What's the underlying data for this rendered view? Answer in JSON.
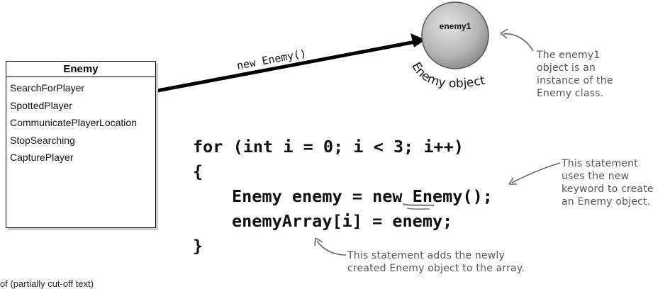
{
  "class_box": {
    "title": "Enemy",
    "methods": [
      "SearchForPlayer",
      "SpottedPlayer",
      "CommunicatePlayerLocation",
      "StopSearching",
      "CapturePlayer"
    ]
  },
  "arrow_label": "new Enemy()",
  "object": {
    "name": "enemy1",
    "caption": "Enemy object",
    "fill_color": "#b9b9b9"
  },
  "code": {
    "line1": "for (int i = 0; i < 3; i++)",
    "line2": "{",
    "line3_pre": "Enemy enemy = ",
    "line3_keyword": "new",
    "line3_post": " Enemy();",
    "line4": "enemyArray[i] = enemy;",
    "line5": "}"
  },
  "annotations": {
    "instance_note": [
      "The enemy1",
      "object is an",
      "instance of the",
      "Enemy class."
    ],
    "new_note": [
      "This statement",
      "uses the new",
      "keyword to create",
      "an Enemy object."
    ],
    "adds_note": [
      "This statement adds the newly",
      "created Enemy object to the array."
    ]
  },
  "footer_fragment": "of (partially cut-off text)"
}
